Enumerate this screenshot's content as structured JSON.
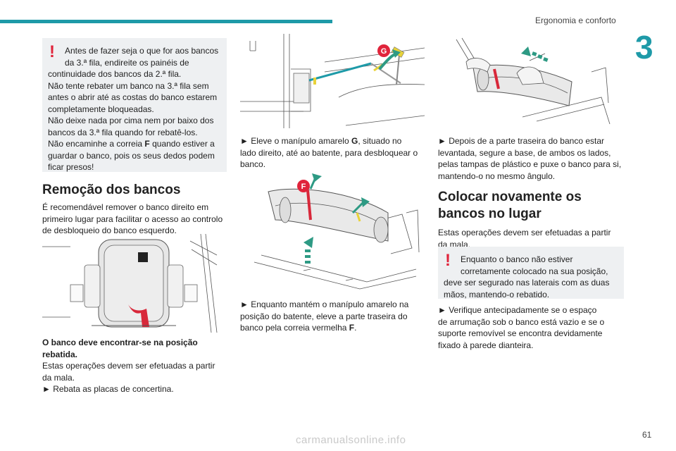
{
  "header": {
    "title": "Ergonomia e conforto",
    "chapter": "3"
  },
  "col1": {
    "warning": {
      "lines": [
        "Antes de fazer seja o que for aos bancos",
        "da 3.ª fila, endireite os painéis de",
        "continuidade dos bancos da 2.ª fila.",
        "Não tente rebater um banco na 3.ª fila sem",
        "antes o abrir até as costas do banco estarem",
        "completamente bloqueadas.",
        "Não deixe nada por cima nem por baixo dos",
        "bancos da 3.ª fila quando for rebatê-los.",
        "Não encaminhe a correia ",
        "F",
        " quando estiver a",
        "guardar o banco, pois os seus dedos podem",
        "ficar presos!"
      ]
    },
    "heading": "Remoção dos bancos",
    "intro": [
      "É recomendável remover o banco direito em",
      "primeiro lugar para facilitar o acesso ao controlo",
      "de desbloqueio do banco esquerdo."
    ],
    "caption_bold": [
      "O banco deve encontrar-se na posição",
      "rebatida."
    ],
    "caption": [
      "Estas operações devem ser efetuadas a partir",
      "da mala.",
      "► Rebata as placas de concertina."
    ]
  },
  "col2": {
    "label_g": "G",
    "label_f": "F",
    "step1": [
      "► Eleve o manípulo amarelo ",
      "G",
      ", situado no",
      "lado direito, até ao batente, para desbloquear o",
      "banco."
    ],
    "step2": [
      "► Enquanto mantém o manípulo amarelo na",
      "posição do batente, eleve a parte traseira do",
      "banco pela correia vermelha ",
      "F",
      "."
    ]
  },
  "col3": {
    "step3": [
      "► Depois de a parte traseira do banco estar",
      "levantada, segure a base, de ambos os lados,",
      "pelas tampas de plástico e puxe o banco para si,",
      "mantendo-o no mesmo ângulo."
    ],
    "heading": [
      "Colocar novamente os",
      "bancos no lugar"
    ],
    "intro": [
      "Estas operações devem ser efetuadas a partir",
      "da mala."
    ],
    "warning": [
      "Enquanto o banco não estiver",
      "corretamente colocado na sua posição,",
      "deve ser segurado nas laterais com as duas",
      "mãos, mantendo-o rebatido."
    ],
    "step4": [
      "► Verifique antecipadamente se o espaço",
      "de arrumação sob o banco está vazio e se o",
      "suporte removível se encontra devidamente",
      "fixado à parede dianteira."
    ]
  },
  "footer": {
    "page": "61",
    "watermark": "carmanualsonline.info"
  },
  "colors": {
    "accent": "#1e9aa8",
    "warning": "#e0243b",
    "box": "#eef0f2",
    "green": "#2e9a84",
    "yellow": "#e8d23a",
    "red": "#d8283a"
  }
}
